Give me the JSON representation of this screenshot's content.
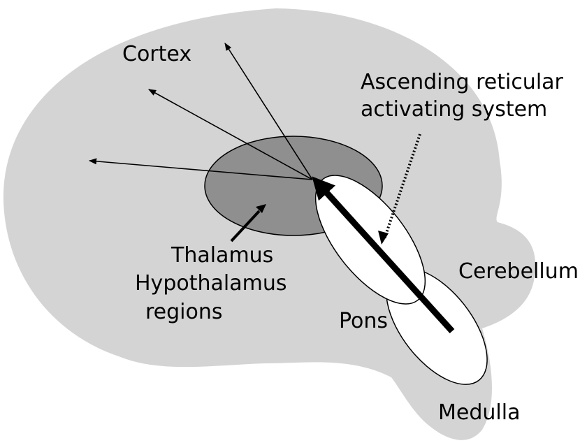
{
  "labels": {
    "cortex": "Cortex",
    "aras_line1": "Ascending reticular",
    "aras_line2": "activating system",
    "thalamus_line1": "Thalamus",
    "thalamus_line2": "Hypothalamus",
    "thalamus_line3": "regions",
    "cerebellum": "Cerebellum",
    "pons": "Pons",
    "medulla": "Medulla"
  },
  "colors": {
    "brain_fill": "#d4d4d4",
    "thalamus_fill": "#8f8f8f",
    "brainstem_fill": "#ffffff",
    "stroke": "#000000"
  }
}
